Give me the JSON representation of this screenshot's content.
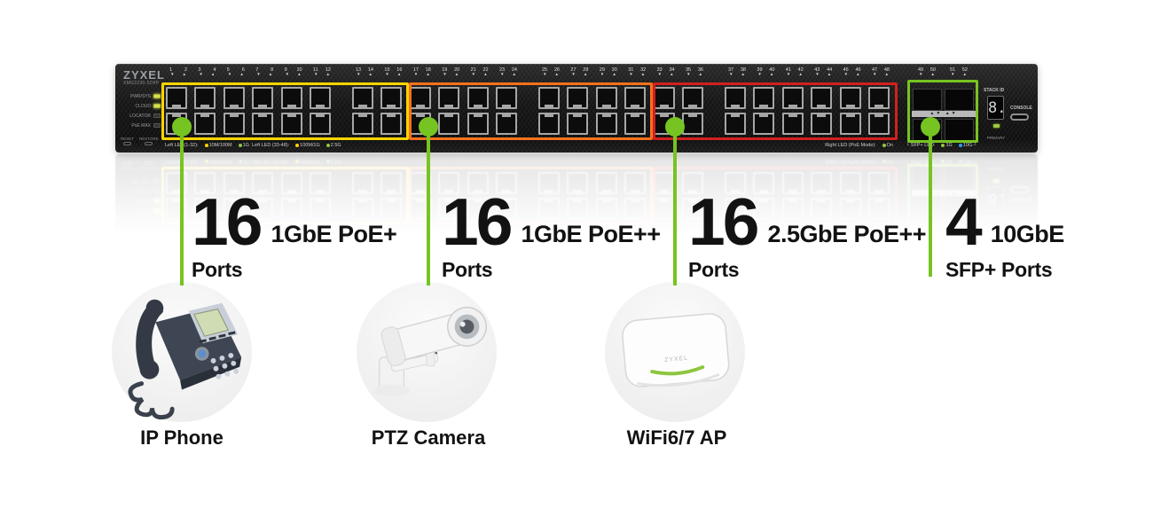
{
  "annotation_color": "#76c421",
  "switch": {
    "brand": "ZYXEL",
    "model": "XMG2230-52HP",
    "status_leds": [
      {
        "label": "PWR/SYS",
        "on": true
      },
      {
        "label": "CLOUD",
        "on": true
      },
      {
        "label": "LOCATOR",
        "on": false
      },
      {
        "label": "PoE MAX",
        "on": false
      }
    ],
    "buttons": [
      {
        "label": "RESET"
      },
      {
        "label": "RESTORE"
      }
    ],
    "rj45_port_count": 48,
    "sfp_port_numbers": [
      49,
      50,
      51,
      52
    ],
    "icons": {
      "port_arrow_down": "▼",
      "port_arrow_up": "▲",
      "sfp_strip": "▲▼  ▲▼"
    },
    "stack_id": {
      "label": "STACK ID",
      "value": "8.",
      "primary_label": "PRIMARY"
    },
    "console_label": "CONSOLE",
    "legends": {
      "left": [
        {
          "text": "Left LED(1-32):"
        },
        {
          "dot": "#ffd400",
          "text": "10M/100M"
        },
        {
          "dot": "#8dc63f",
          "text": "1G"
        },
        {
          "text": "Left LED (33-48):"
        },
        {
          "dot": "#ffd400",
          "text": "100M/1G"
        },
        {
          "dot": "#8dc63f",
          "text": "2.5G"
        }
      ],
      "right": [
        {
          "text": "Right LED (PoE Mode):"
        },
        {
          "dot": "#8dc63f",
          "text": "On"
        }
      ],
      "sfp": [
        {
          "text": "└ SFP+ LED:"
        },
        {
          "dot": "#8dc63f",
          "text": "1G"
        },
        {
          "dot": "#2e9bff",
          "text": "10G ┘"
        }
      ]
    }
  },
  "port_groups": [
    {
      "count": "16",
      "spec": "1GbE PoE+",
      "unit": "Ports",
      "highlight_color": "#ffd400"
    },
    {
      "count": "16",
      "spec": "1GbE PoE++",
      "unit": "Ports",
      "highlight_color": "#f3711d"
    },
    {
      "count": "16",
      "spec": "2.5GbE PoE++",
      "unit": "Ports",
      "highlight_color": "#d31f1f"
    },
    {
      "count": "4",
      "spec": "10GbE",
      "unit": "SFP+ Ports",
      "highlight_color": "#76c421"
    }
  ],
  "devices": [
    {
      "label": "IP Phone"
    },
    {
      "label": "PTZ Camera"
    },
    {
      "label": "WiFi6/7 AP",
      "badge": "ZYXEL"
    }
  ]
}
